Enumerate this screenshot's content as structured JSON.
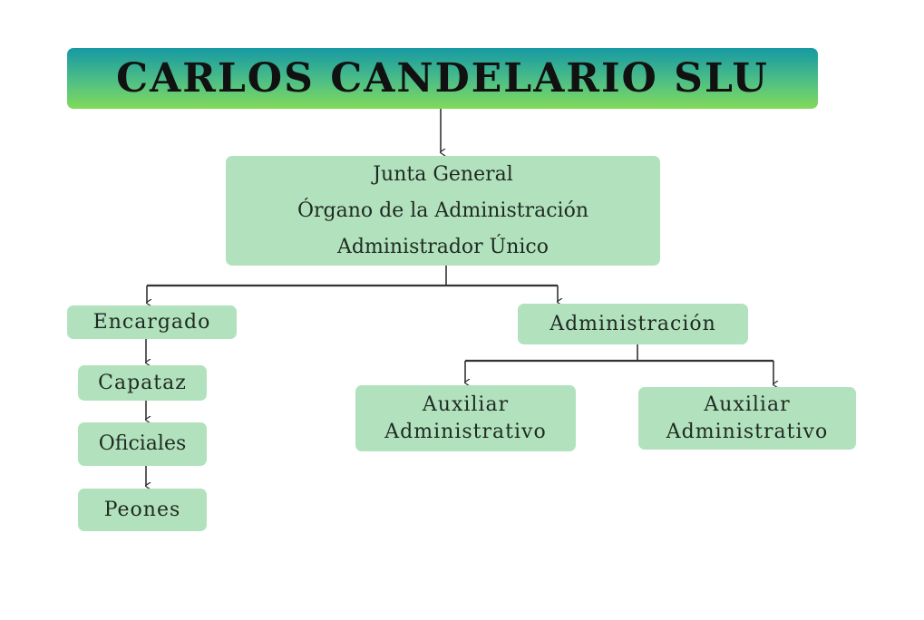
{
  "title": "CARLOS CANDELARIO SLU",
  "main": {
    "lines": [
      "Junta General",
      "Órgano de la Administración",
      "Administrador Único"
    ]
  },
  "left": [
    "Encargado",
    "Capataz",
    "Oficiales",
    "Peones"
  ],
  "admin": "Administración",
  "aux": [
    {
      "l1": "Auxiliar",
      "l2": "Administrativo"
    },
    {
      "l1": "Auxiliar",
      "l2": "Administrativo"
    }
  ],
  "colors": {
    "box": "#b2e2bd",
    "title_top": "#1699a3",
    "title_bottom": "#82da5a"
  }
}
